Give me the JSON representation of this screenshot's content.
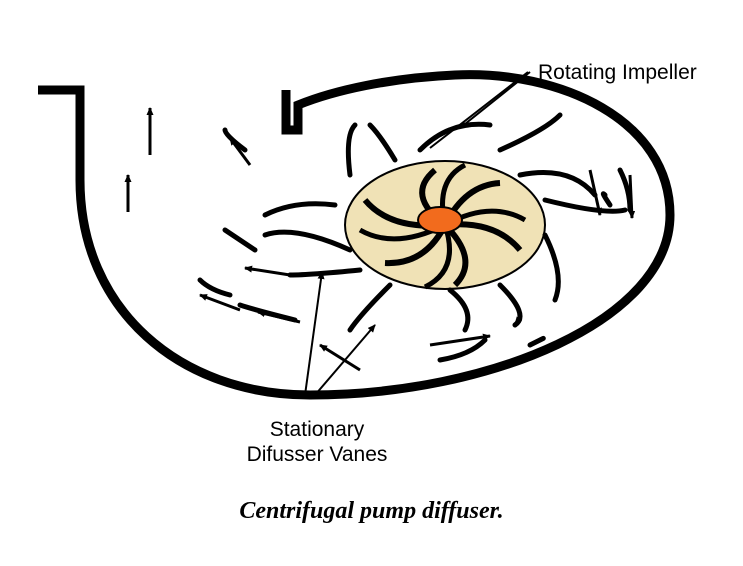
{
  "labels": {
    "rotating_impeller": "Rotating Impeller",
    "stationary_line1": "Stationary",
    "stationary_line2": "Difusser Vanes"
  },
  "caption": "Centrifugal pump diffuser.",
  "colors": {
    "impeller_fill": "#f0e2b6",
    "hub_fill": "#f26b1d",
    "stroke": "#000000"
  }
}
